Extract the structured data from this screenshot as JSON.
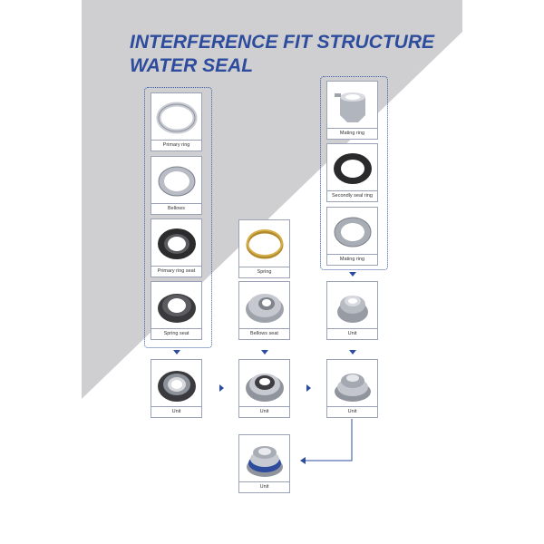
{
  "title": {
    "line1": "INTERFERENCE FIT STRUCTURE",
    "line2": "WATER SEAL"
  },
  "colors": {
    "accent": "#2d4c9d",
    "background_gray": "#cfcfd1",
    "card_border": "#9aa3b5"
  },
  "components": {
    "primary_ring": "Primary ring",
    "bellows": "Bellows",
    "primary_ring_seat": "Primary ring seat",
    "spring_seat": "Spring seat",
    "spring": "Spring",
    "bellows_seat": "Bellows seat",
    "mating_ring_top": "Mating ring",
    "secondary_seal_ring": "Secondly seal ring",
    "mating_ring_bottom": "Mating ring"
  },
  "units": {
    "unit_1": "Unit",
    "unit_2": "Unit",
    "unit_3": "Unit",
    "unit_4": "Unit",
    "unit_5": "Unit"
  }
}
